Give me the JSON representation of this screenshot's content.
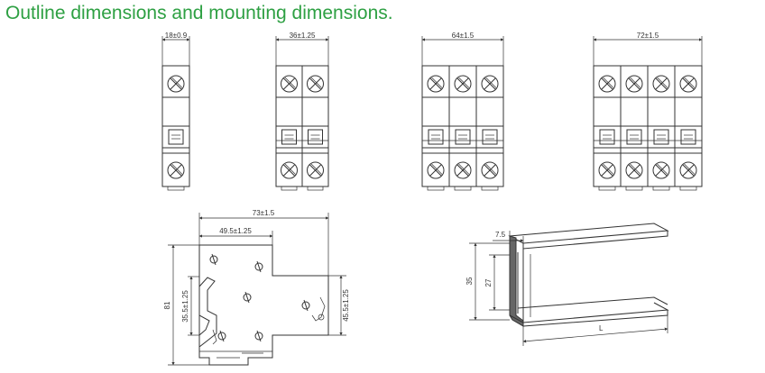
{
  "title": "Outline dimensions and mounting dimensions.",
  "front_views": [
    {
      "poles": 1,
      "width_label": "18±0.9"
    },
    {
      "poles": 2,
      "width_label": "36±1.25"
    },
    {
      "poles": 3,
      "width_label": "64±1.5"
    },
    {
      "poles": 4,
      "width_label": "72±1.5"
    }
  ],
  "side_view": {
    "overall_width_label": "73±1.5",
    "front_width_label": "49.5±1.25",
    "total_height_label": "81",
    "left_height_label": "35.5±1.25",
    "right_height_label": "45.5±1.25"
  },
  "din_rail": {
    "flange_label": "7.5",
    "outer_height_label": "35",
    "inner_height_label": "27",
    "length_label": "L"
  },
  "colors": {
    "title": "#2ea043",
    "line": "#333333"
  }
}
